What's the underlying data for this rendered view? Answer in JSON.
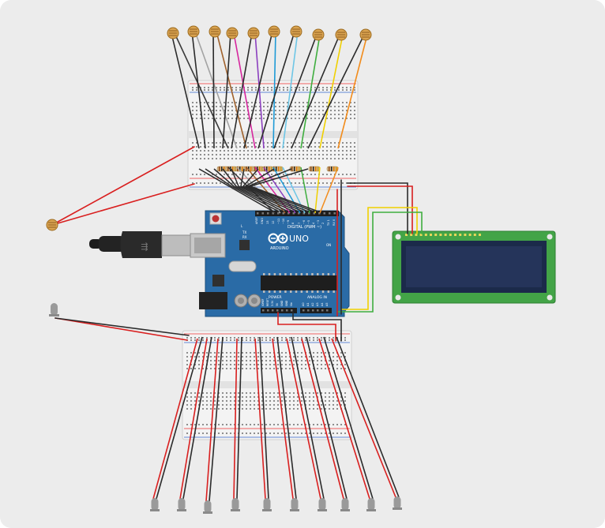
{
  "board": {
    "brand": "ARDUINO",
    "model": "UNO",
    "digital_label": "DIGITAL (PWM ~)",
    "analog_label": "ANALOG IN",
    "power_label": "POWER",
    "on_label": "ON",
    "tx_label": "TX",
    "rx_label": "RX",
    "led_l_label": "L",
    "digital_pins": [
      "AREF",
      "GND",
      "13",
      "12",
      "~11",
      "~10",
      "~9",
      "8",
      "7",
      "~6",
      "~5",
      "4",
      "~3",
      "2",
      "TX 1",
      "RX 0"
    ],
    "power_pins": [
      "IOREF",
      "RESET",
      "3.3V",
      "5V",
      "GND",
      "GND",
      "Vin"
    ],
    "analog_pins": [
      "A0",
      "A1",
      "A2",
      "A3",
      "A4",
      "A5"
    ]
  },
  "wire_colors": [
    "#3a3a3a",
    "#a3a3a3",
    "#a0622d",
    "#d6269e",
    "#8b3fbf",
    "#1e9ad6",
    "#6ec6e6",
    "#3fae3f",
    "#f0d000",
    "#f28c1c"
  ],
  "colors": {
    "pcb": "#2a6ba6",
    "breadboard": "#f1f1f1",
    "lcd_pcb": "#43a447",
    "lcd_screen": "#25345a",
    "wire_red": "#d91f1f",
    "wire_black": "#2b2b2b",
    "wire_yellow": "#f0d000",
    "wire_green": "#3fae3f"
  }
}
